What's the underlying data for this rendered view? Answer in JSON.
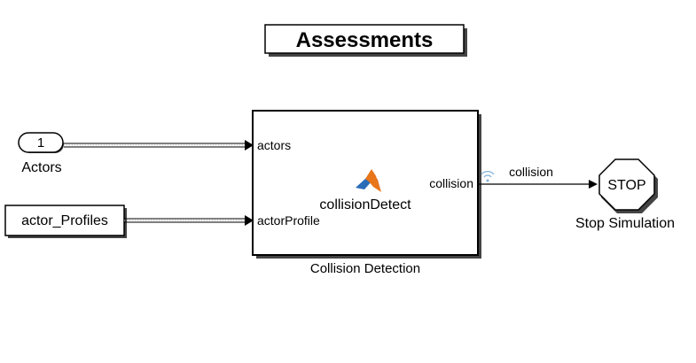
{
  "title": "Assessments",
  "inport": {
    "number": "1",
    "label": "Actors"
  },
  "profiles_block": {
    "label": "actor_Profiles"
  },
  "subsystem": {
    "label": "Collision Detection",
    "function_name": "collisionDetect",
    "inputs": [
      "actors",
      "actorProfile"
    ],
    "output": "collision"
  },
  "signal": {
    "label": "collision"
  },
  "stop_block": {
    "text": "STOP",
    "label": "Stop Simulation"
  },
  "colors": {
    "line": "#000000",
    "background": "#ffffff",
    "matlab_orange": "#e8751a",
    "matlab_blue": "#2a6cb8"
  }
}
